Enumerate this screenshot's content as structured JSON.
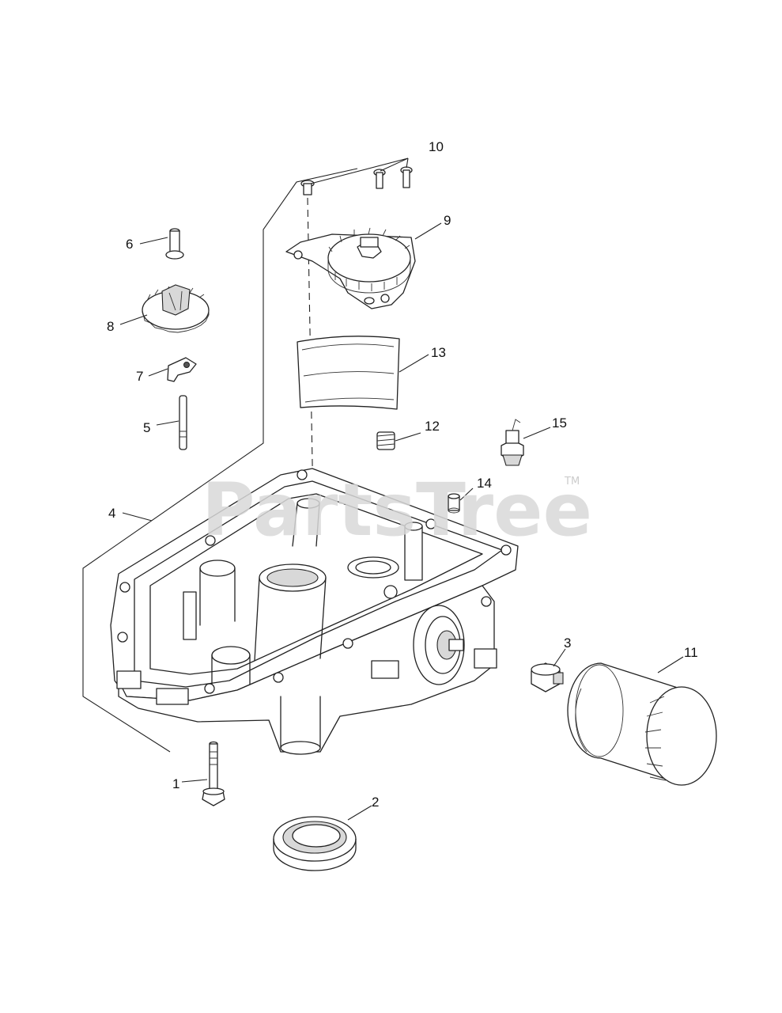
{
  "watermark": {
    "text": "PartsTree",
    "trademark": "TM"
  },
  "callouts": {
    "c1": "1",
    "c2": "2",
    "c3": "3",
    "c4": "4",
    "c5": "5",
    "c6": "6",
    "c7": "7",
    "c8": "8",
    "c9": "9",
    "c10": "10",
    "c11": "11",
    "c12": "12",
    "c13": "13",
    "c14": "14",
    "c15": "15"
  }
}
